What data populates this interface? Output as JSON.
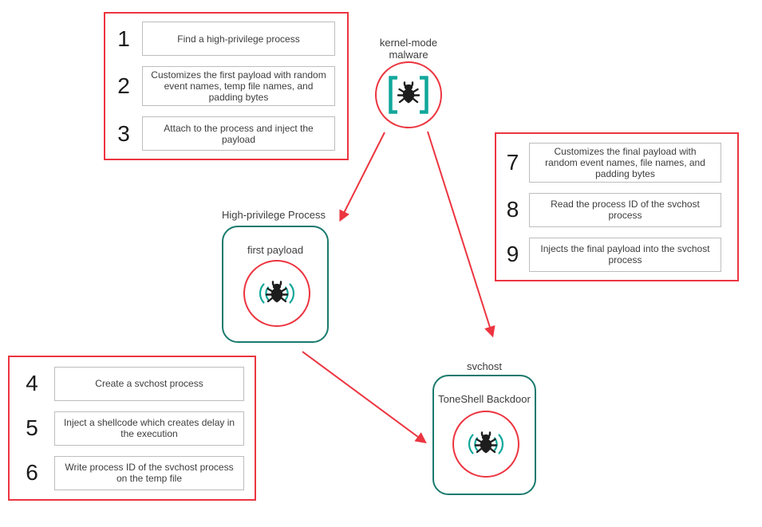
{
  "colors": {
    "arrow_red": "#ec3540",
    "group_border_red": "#ec3540",
    "circle_red": "#ec3540",
    "teal_bright": "#12a79b",
    "teal_dark": "#1a7a6e",
    "step_box_border": "#bdbdbd",
    "bug_black": "#1d1d1d",
    "text": "#3d3d3d"
  },
  "nodes": {
    "kernel_malware": {
      "label": "kernel-mode malware",
      "icon": "bug-in-brackets-icon"
    },
    "high_privilege_process": {
      "label": "High-privilege Process",
      "inner_label": "first payload",
      "icon": "bug-signal-icon"
    },
    "svchost": {
      "label": "svchost",
      "inner_label": "ToneShell Backdoor",
      "icon": "bug-signal-icon"
    }
  },
  "step_groups": {
    "first_payload_steps": {
      "steps": [
        {
          "num": "1",
          "text": "Find a high-privilege process"
        },
        {
          "num": "2",
          "text": "Customizes the first payload with random event names, temp file names, and padding bytes"
        },
        {
          "num": "3",
          "text": "Attach to the process and inject the payload"
        }
      ]
    },
    "svchost_creation_steps": {
      "steps": [
        {
          "num": "4",
          "text": "Create a svchost process"
        },
        {
          "num": "5",
          "text": "Inject a shellcode which creates delay in the execution"
        },
        {
          "num": "6",
          "text": "Write process ID of the svchost process on the temp file"
        }
      ]
    },
    "final_payload_steps": {
      "steps": [
        {
          "num": "7",
          "text": "Customizes the final payload with random event names, file names, and padding bytes"
        },
        {
          "num": "8",
          "text": "Read the process ID of the svchost process"
        },
        {
          "num": "9",
          "text": "Injects the final payload into the svchost process"
        }
      ]
    }
  },
  "arrows": [
    {
      "from": "kernel-mode malware",
      "to": "High-privilege Process"
    },
    {
      "from": "kernel-mode malware",
      "to": "svchost"
    },
    {
      "from": "High-privilege Process",
      "to": "svchost"
    }
  ]
}
